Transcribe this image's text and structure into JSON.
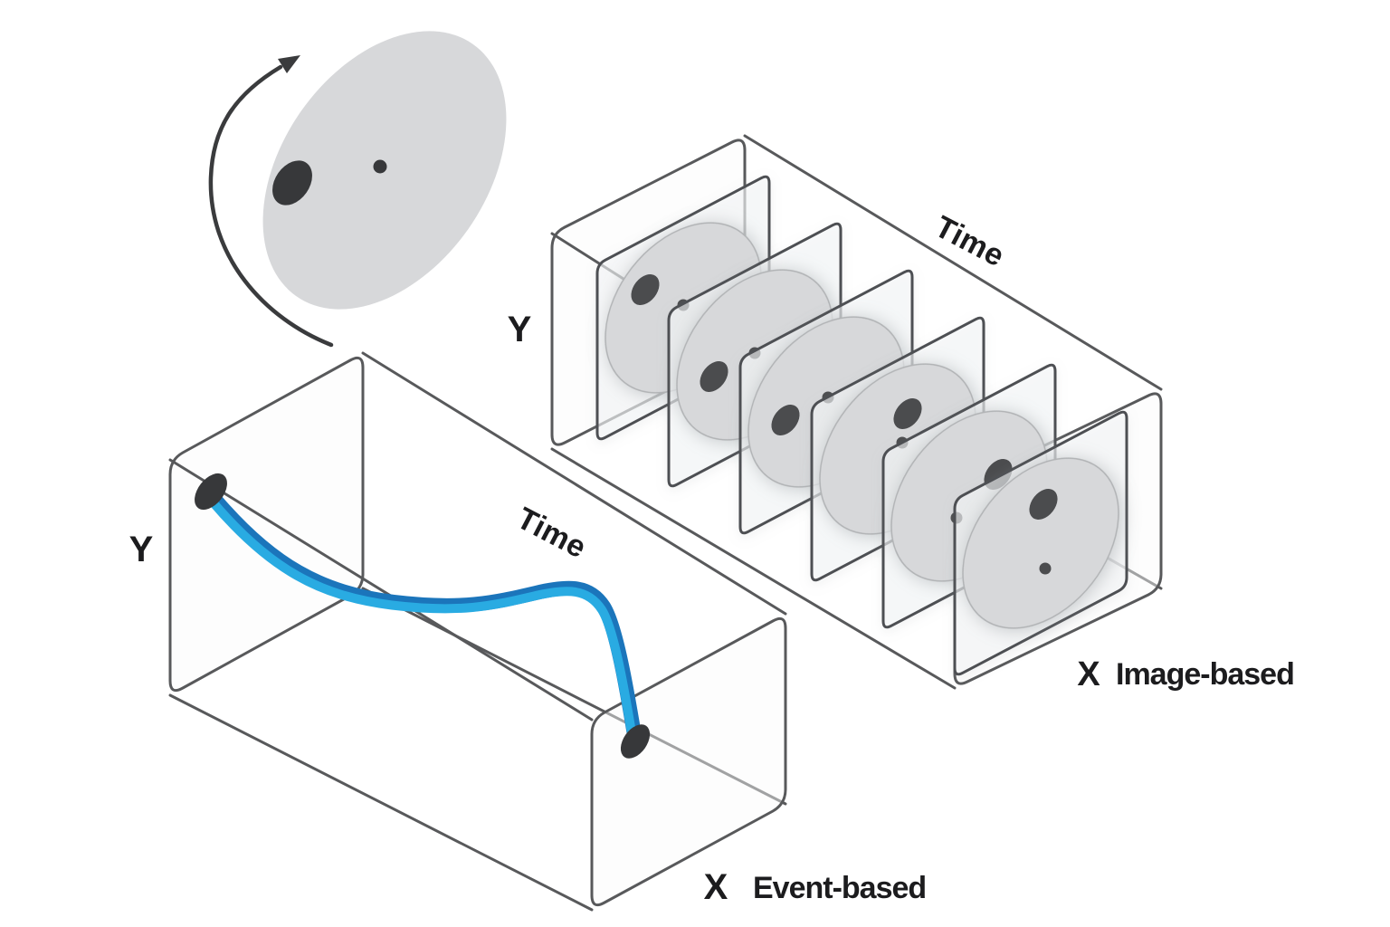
{
  "labels": {
    "event_box": {
      "y_axis": "Y",
      "time_axis": "Time",
      "x_axis": "X",
      "caption": "Event-based"
    },
    "image_box": {
      "y_axis": "Y",
      "time_axis": "Time",
      "x_axis": "X",
      "caption": "Image-based"
    }
  },
  "colors": {
    "background": "#ffffff",
    "box_stroke": "#58595b",
    "frame_stroke": "#4e5053",
    "disc_fill": "#d7d8da",
    "disc_stroke": "#b1b3b5",
    "dot_dark": "#37383a",
    "frame_dot": "#4b4c4e",
    "ribbon_dark": "#1b75bb",
    "ribbon_light": "#29abe2",
    "arrow": "#3a3b3d",
    "label_text": "#1c1c1e",
    "frame_glass": "rgba(246,247,249,0.62)"
  },
  "diagram": {
    "reference_disc": {
      "rotation_direction": "counterclockwise",
      "big_dot_offset": [
        -102,
        14
      ],
      "small_dot_offset": [
        -5,
        -4
      ]
    },
    "image_frames": [
      {
        "index": 1,
        "big_dot_offset": [
          -42,
          -20
        ],
        "small_dot_offset": [
          0,
          -3
        ]
      },
      {
        "index": 2,
        "big_dot_offset": [
          -45,
          24
        ],
        "small_dot_offset": [
          0,
          -2
        ]
      },
      {
        "index": 3,
        "big_dot_offset": [
          -45,
          20
        ],
        "small_dot_offset": [
          2,
          -5
        ]
      },
      {
        "index": 4,
        "big_dot_offset": [
          11,
          -39
        ],
        "small_dot_offset": [
          5,
          -7
        ]
      },
      {
        "index": 5,
        "big_dot_offset": [
          32,
          -24
        ],
        "small_dot_offset": [
          -14,
          24
        ]
      },
      {
        "index": 6,
        "big_dot_offset": [
          3,
          -43
        ],
        "small_dot_offset": [
          5,
          28
        ]
      }
    ],
    "event_trajectory": {
      "start_dot": [
        233,
        543
      ],
      "end_dot": [
        702,
        819
      ]
    }
  }
}
